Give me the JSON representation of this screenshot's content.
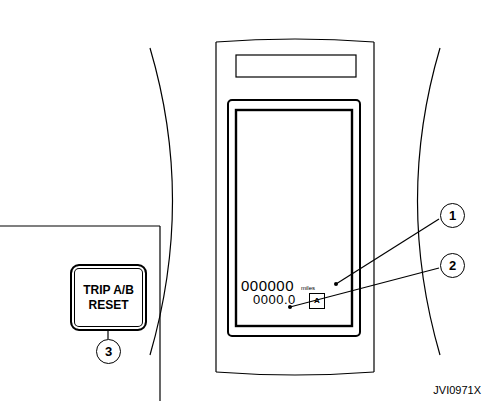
{
  "diagram": {
    "nodes": [
      {
        "text": [
          "TRIP A/B RESET"
        ]
      },
      {
        "text": [
          "1"
        ]
      },
      {
        "text": [
          "2"
        ]
      },
      {
        "text": [
          "3"
        ]
      },
      {
        "text": [
          "A"
        ]
      }
    ],
    "labels": [
      "000000",
      "miles",
      "0000.0",
      "JVI0971X"
    ]
  }
}
